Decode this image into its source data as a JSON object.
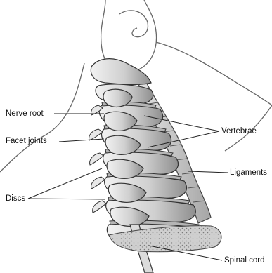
{
  "labels": {
    "nerve_root": "Nerve root",
    "facet_joints": "Facet joints",
    "discs": "Discs",
    "vertebrae": "Vertebrae",
    "ligaments": "Ligaments",
    "spinal_cord": "Spinal cord"
  },
  "colors": {
    "outline": "#333333",
    "bone_fill": "#d9d9d9",
    "bone_shadow": "#9a9a9a",
    "ligament_fill": "#c8c8c8",
    "skin": "#ffffff"
  }
}
